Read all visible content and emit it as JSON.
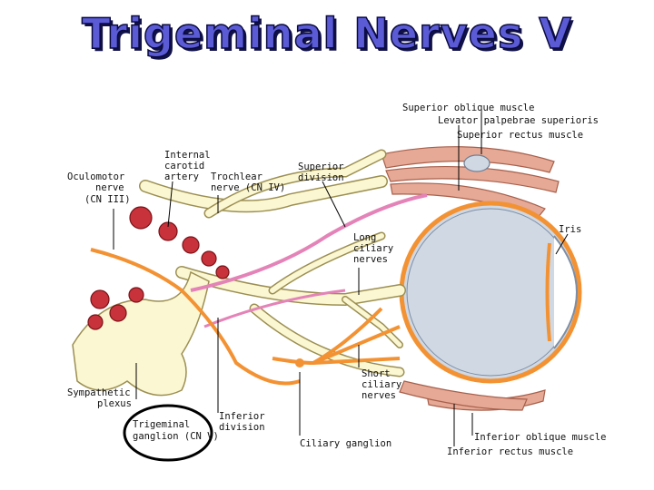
{
  "title": "Trigeminal Nerves V",
  "labels": {
    "superior_oblique": "Superior oblique muscle",
    "levator": "Levator palpebrae superioris",
    "superior_rectus": "Superior rectus muscle",
    "iris": "Iris",
    "superior_division": [
      "Superior",
      "division"
    ],
    "internal_carotid": [
      "Internal",
      "carotid",
      "artery"
    ],
    "oculomotor": [
      "Oculomotor",
      "nerve",
      "(CN III)"
    ],
    "trochlear": [
      "Trochlear",
      "nerve (CN IV)"
    ],
    "long_ciliary": [
      "Long",
      "ciliary",
      "nerves"
    ],
    "short_ciliary": [
      "Short",
      "ciliary",
      "nerves"
    ],
    "sympathetic": [
      "Sympathetic",
      "plexus"
    ],
    "trigeminal": [
      "Trigeminal",
      "ganglion (CN V)"
    ],
    "inferior_division": [
      "Inferior",
      "division"
    ],
    "ciliary_ganglion": "Ciliary ganglion",
    "inferior_oblique": "Inferior oblique muscle",
    "inferior_rectus": "Inferior rectus muscle"
  },
  "colors": {
    "title_fill": "#5b5bd6",
    "title_outline": "#0a0a40",
    "nerve_fill": "#fbf7d2",
    "nerve_outline": "#9c8f52",
    "muscle": "#e6a995",
    "artery": "#c8323a",
    "parasympathetic": "#f39233",
    "sympathetic": "#e483b8",
    "eyeball": "#cfd8e3",
    "highlight_ring": "#000000"
  }
}
